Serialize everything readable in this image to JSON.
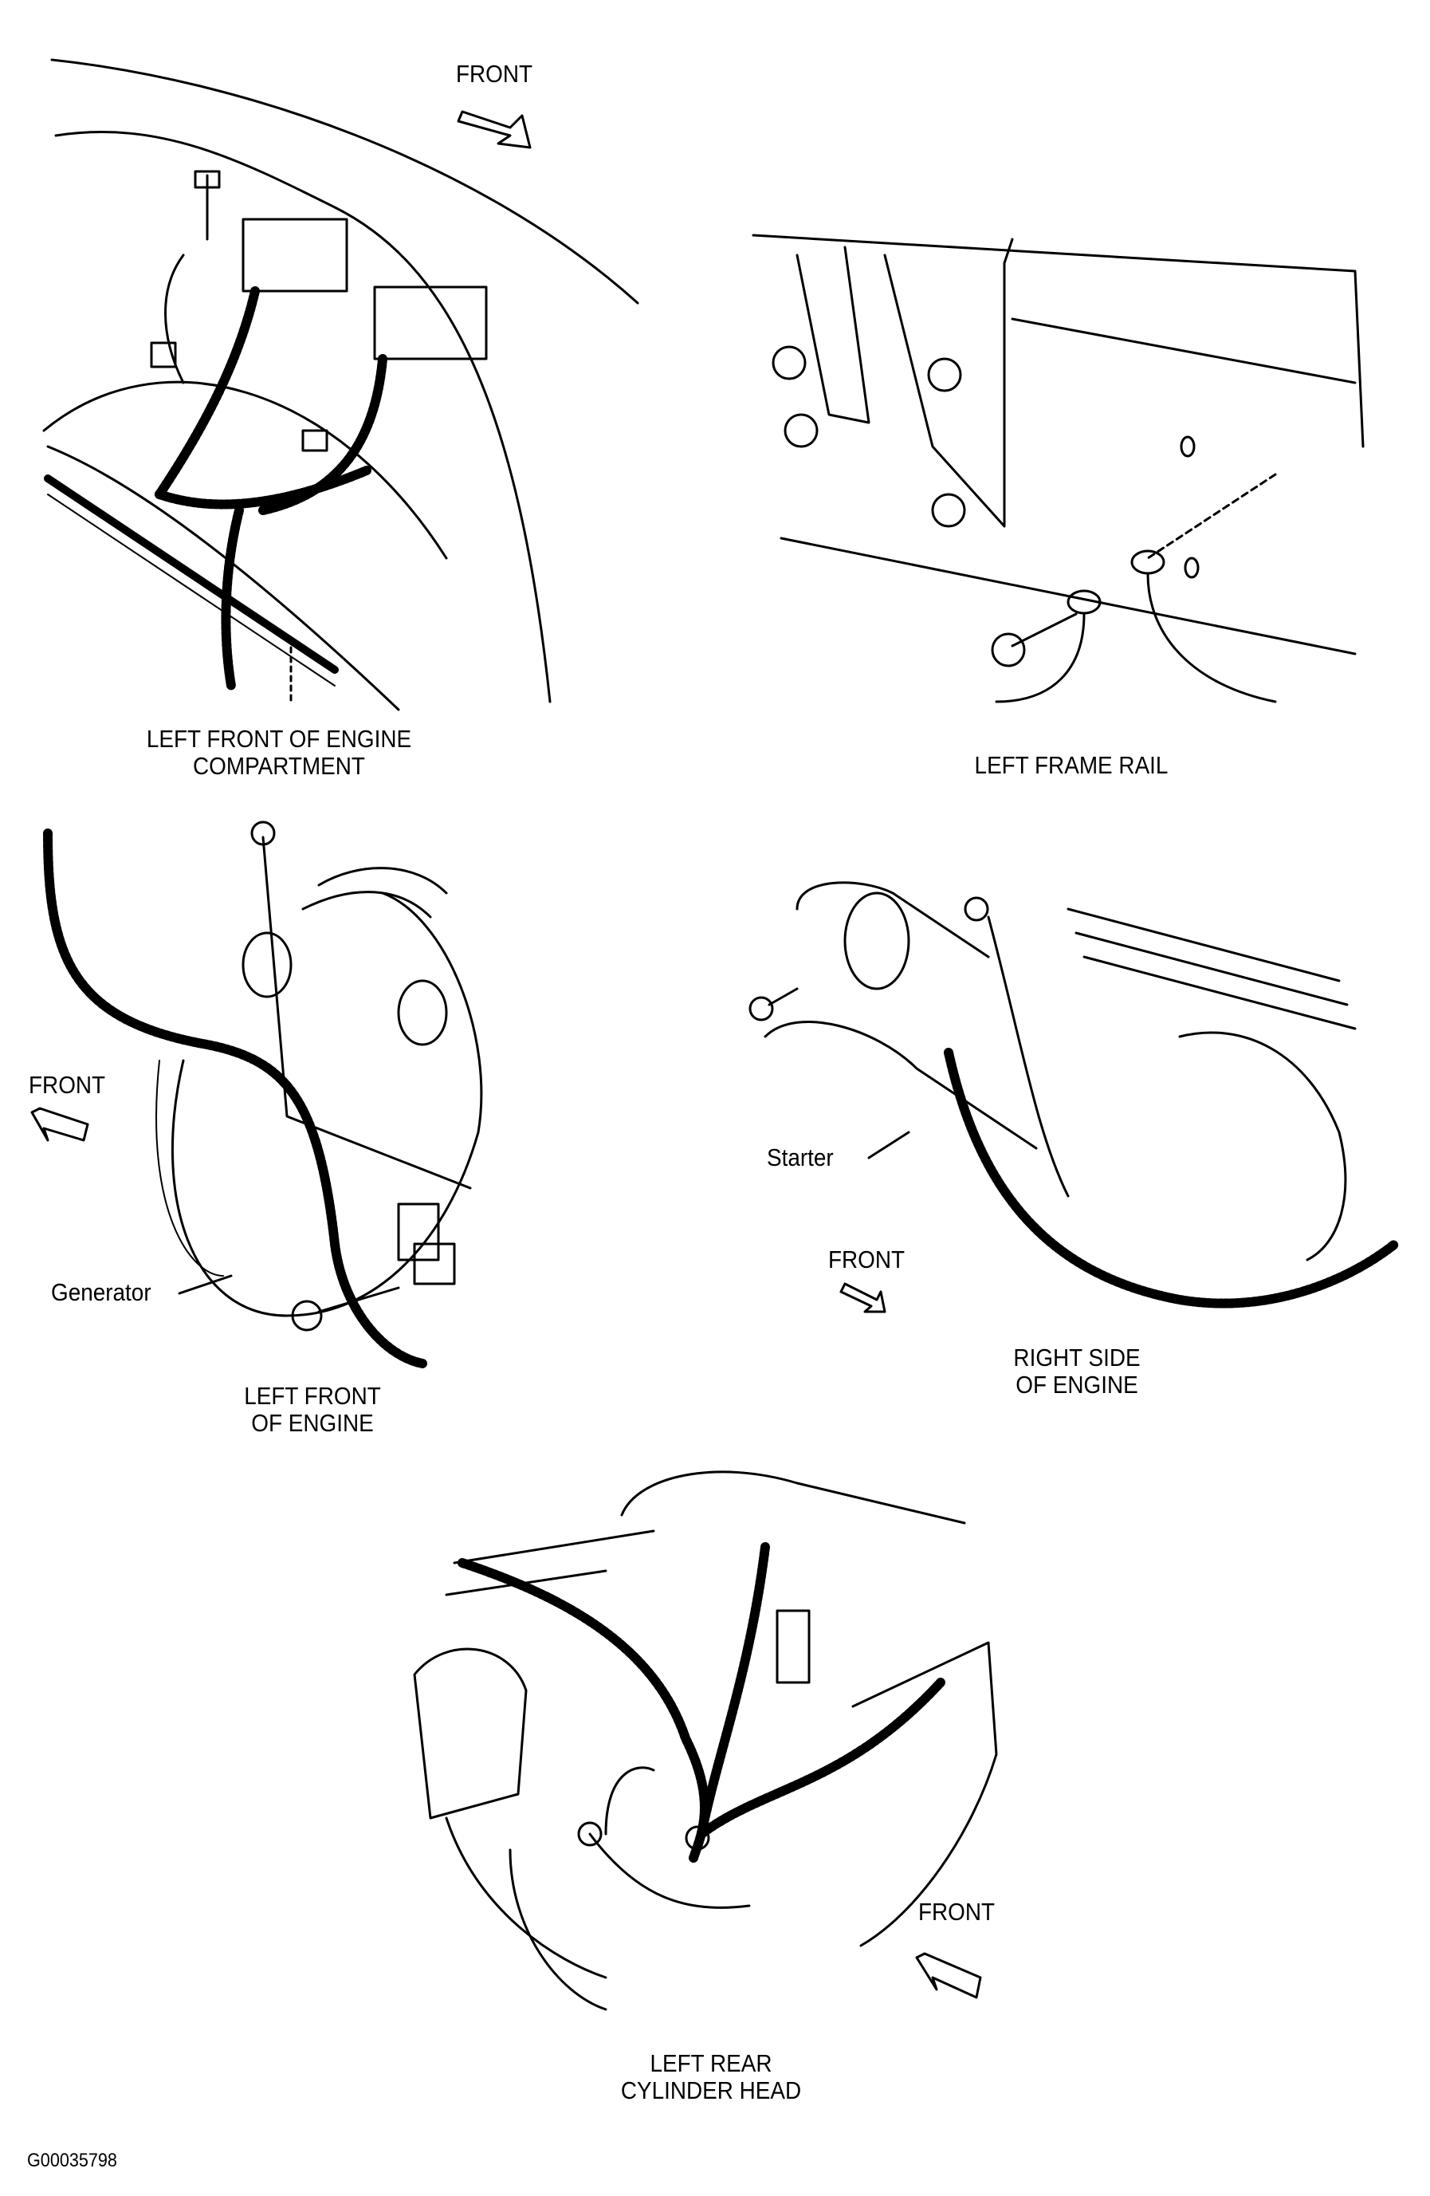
{
  "figure_id": "G00035798",
  "panels": [
    {
      "name": "left-front-engine-compartment",
      "caption_line1": "LEFT FRONT OF  ENGINE",
      "caption_line2": "COMPARTMENT",
      "direction_label": "FRONT"
    },
    {
      "name": "left-frame-rail",
      "caption_line1": "LEFT FRAME RAIL"
    },
    {
      "name": "left-front-engine",
      "caption_line1": "LEFT FRONT",
      "caption_line2": "OF ENGINE",
      "direction_label": "FRONT",
      "callout": "Generator"
    },
    {
      "name": "right-side-engine",
      "caption_line1": "RIGHT SIDE",
      "caption_line2": "OF ENGINE",
      "direction_label": "FRONT",
      "callout": "Starter"
    },
    {
      "name": "left-rear-cylinder-head",
      "caption_line1": "LEFT REAR",
      "caption_line2": "CYLINDER HEAD",
      "direction_label": "FRONT"
    }
  ],
  "colors": {
    "ink": "#000000",
    "paper": "#ffffff"
  }
}
